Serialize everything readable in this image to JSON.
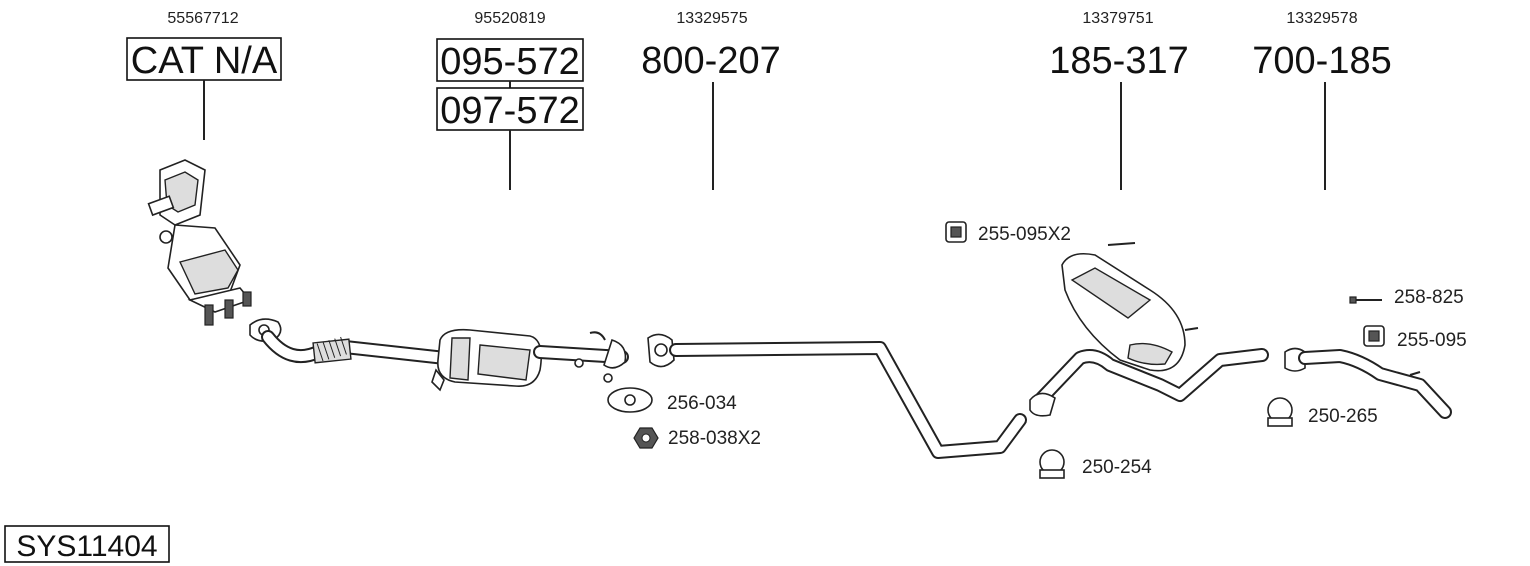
{
  "parts": [
    {
      "oe": "55567712",
      "codes": [
        "CAT N/A"
      ]
    },
    {
      "oe": "95520819",
      "codes": [
        "095-572",
        "097-572"
      ]
    },
    {
      "oe": "13329575",
      "codes": [
        "800-207"
      ]
    },
    {
      "oe": "13379751",
      "codes": [
        "185-317"
      ]
    },
    {
      "oe": "13329578",
      "codes": [
        "700-185"
      ]
    }
  ],
  "accessories": [
    {
      "code": "255-095X2",
      "icon": "rubber-hanger-icon"
    },
    {
      "code": "256-034",
      "icon": "gasket-icon"
    },
    {
      "code": "258-038X2",
      "icon": "nut-icon"
    },
    {
      "code": "250-254",
      "icon": "clamp-icon"
    },
    {
      "code": "258-825",
      "icon": "bolt-icon"
    },
    {
      "code": "255-095",
      "icon": "rubber-hanger-icon"
    },
    {
      "code": "250-265",
      "icon": "clamp-icon"
    }
  ],
  "system_id": "SYS11404"
}
